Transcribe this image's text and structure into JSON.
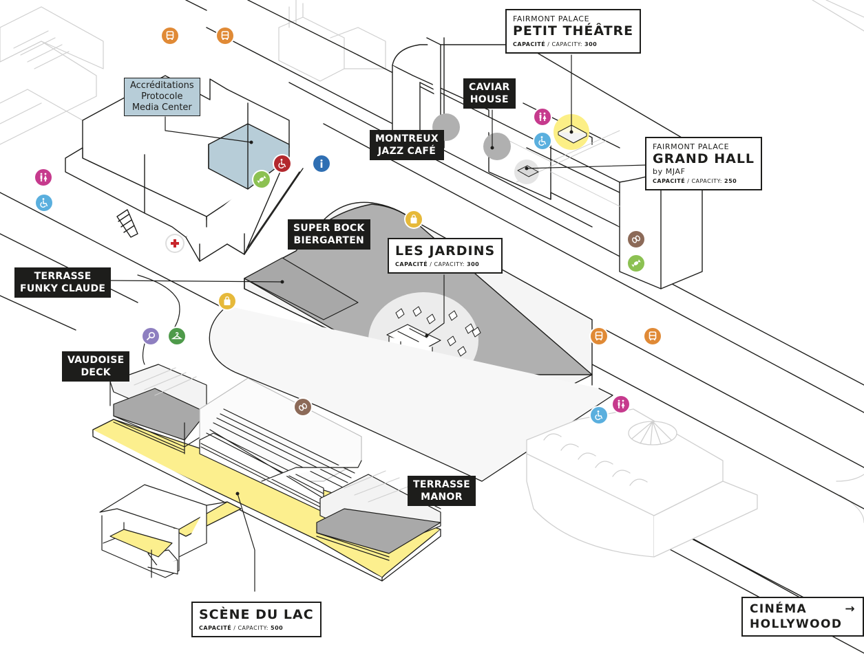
{
  "map": {
    "colors": {
      "bus": "#e08a36",
      "toilets": "#c63a8d",
      "accessible": "#5aafde",
      "accessible_red": "#b3282d",
      "info": "#2f6fb3",
      "shop": "#e6b93a",
      "coffee": "#8c6a58",
      "candy": "#8cc152",
      "search": "#8e7fc0",
      "cloakroom": "#4e9a4a",
      "first_aid": "#c8262c",
      "stage_yellow": "#fcef8e",
      "highlight_yellow": "#fcef86",
      "venue_grey": "#b0b0b0",
      "media_blue": "#b7cdd8"
    },
    "venues": {
      "petit_theatre": {
        "pre": "FAIRMONT PALACE",
        "name": "PETIT THÉÂTRE",
        "cap_label": "CAPACITÉ",
        "cap_sep": " / CAPACITY: ",
        "cap_value": "300"
      },
      "grand_hall": {
        "pre": "FAIRMONT PALACE",
        "name": "GRAND HALL",
        "by": "by MJAF",
        "cap_label": "CAPACITÉ",
        "cap_sep": " / CAPACITY: ",
        "cap_value": "250"
      },
      "les_jardins": {
        "name": "LES JARDINS",
        "cap_label": "CAPACITÉ",
        "cap_sep": " / CAPACITY: ",
        "cap_value": "300"
      },
      "scene_du_lac": {
        "name": "SCÈNE DU LAC",
        "cap_label": "CAPACITÉ",
        "cap_sep": " / CAPACITY: ",
        "cap_value": "500"
      }
    },
    "labels": {
      "caviar_house": [
        "CAVIAR",
        "HOUSE"
      ],
      "montreux_jazz_cafe": [
        "MONTREUX",
        "JAZZ CAFÉ"
      ],
      "super_bock": [
        "SUPER BOCK",
        "BIERGARTEN"
      ],
      "terrasse_funky_claude": [
        "TERRASSE",
        "FUNKY CLAUDE"
      ],
      "vaudoise_deck": [
        "VAUDOISE",
        "DECK"
      ],
      "terrasse_manor": [
        "TERRASSE",
        "MANOR"
      ],
      "accreditations": [
        "Accréditations",
        "Protocole",
        "Media Center"
      ]
    },
    "cinema": {
      "line1": "CINÉMA",
      "arrow": "→",
      "line2": "HOLLYWOOD"
    },
    "pois": [
      {
        "type": "bus",
        "icon": "bus-icon"
      },
      {
        "type": "bus",
        "icon": "bus-icon"
      },
      {
        "type": "toilets",
        "icon": "toilets-icon"
      },
      {
        "type": "accessible",
        "icon": "wheelchair-icon"
      },
      {
        "type": "accessible_red",
        "icon": "wheelchair-icon"
      },
      {
        "type": "candy",
        "icon": "candy-icon"
      },
      {
        "type": "info",
        "icon": "info-icon",
        "glyph": "i"
      },
      {
        "type": "first_aid",
        "icon": "first-aid-icon"
      },
      {
        "type": "toilets",
        "icon": "toilets-icon"
      },
      {
        "type": "accessible",
        "icon": "wheelchair-icon"
      },
      {
        "type": "shop",
        "icon": "shopping-bag-icon"
      },
      {
        "type": "shop",
        "icon": "shopping-bag-icon"
      },
      {
        "type": "coffee",
        "icon": "coffee-icon"
      },
      {
        "type": "candy",
        "icon": "candy-icon"
      },
      {
        "type": "bus",
        "icon": "bus-icon"
      },
      {
        "type": "bus",
        "icon": "bus-icon"
      },
      {
        "type": "accessible",
        "icon": "wheelchair-icon"
      },
      {
        "type": "toilets",
        "icon": "toilets-icon"
      },
      {
        "type": "search",
        "icon": "lost-found-icon"
      },
      {
        "type": "cloakroom",
        "icon": "cloakroom-icon"
      },
      {
        "type": "coffee",
        "icon": "coffee-icon"
      }
    ]
  }
}
